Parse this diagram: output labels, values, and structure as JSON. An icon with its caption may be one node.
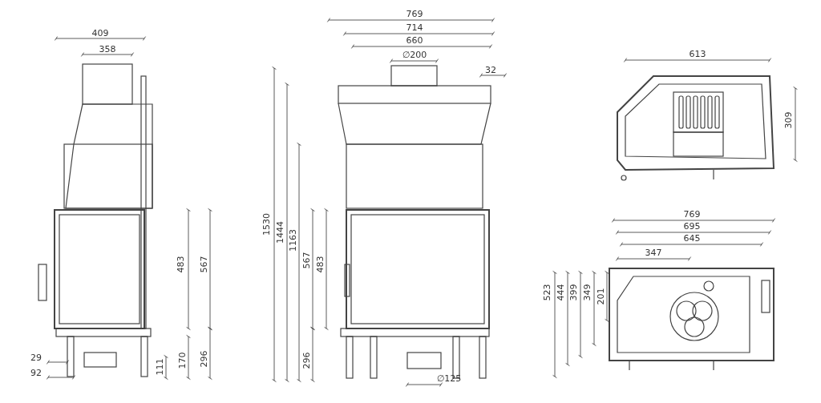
{
  "diagram": {
    "labels": [
      "409",
      "358",
      "483",
      "567",
      "29",
      "92",
      "111",
      "170",
      "296",
      "769",
      "714",
      "660",
      "∅200",
      "32",
      "1530",
      "1444",
      "1163",
      "567",
      "483",
      "296",
      "∅125",
      "613",
      "309",
      "769",
      "695",
      "645",
      "347",
      "523",
      "444",
      "399",
      "349",
      "201"
    ]
  }
}
